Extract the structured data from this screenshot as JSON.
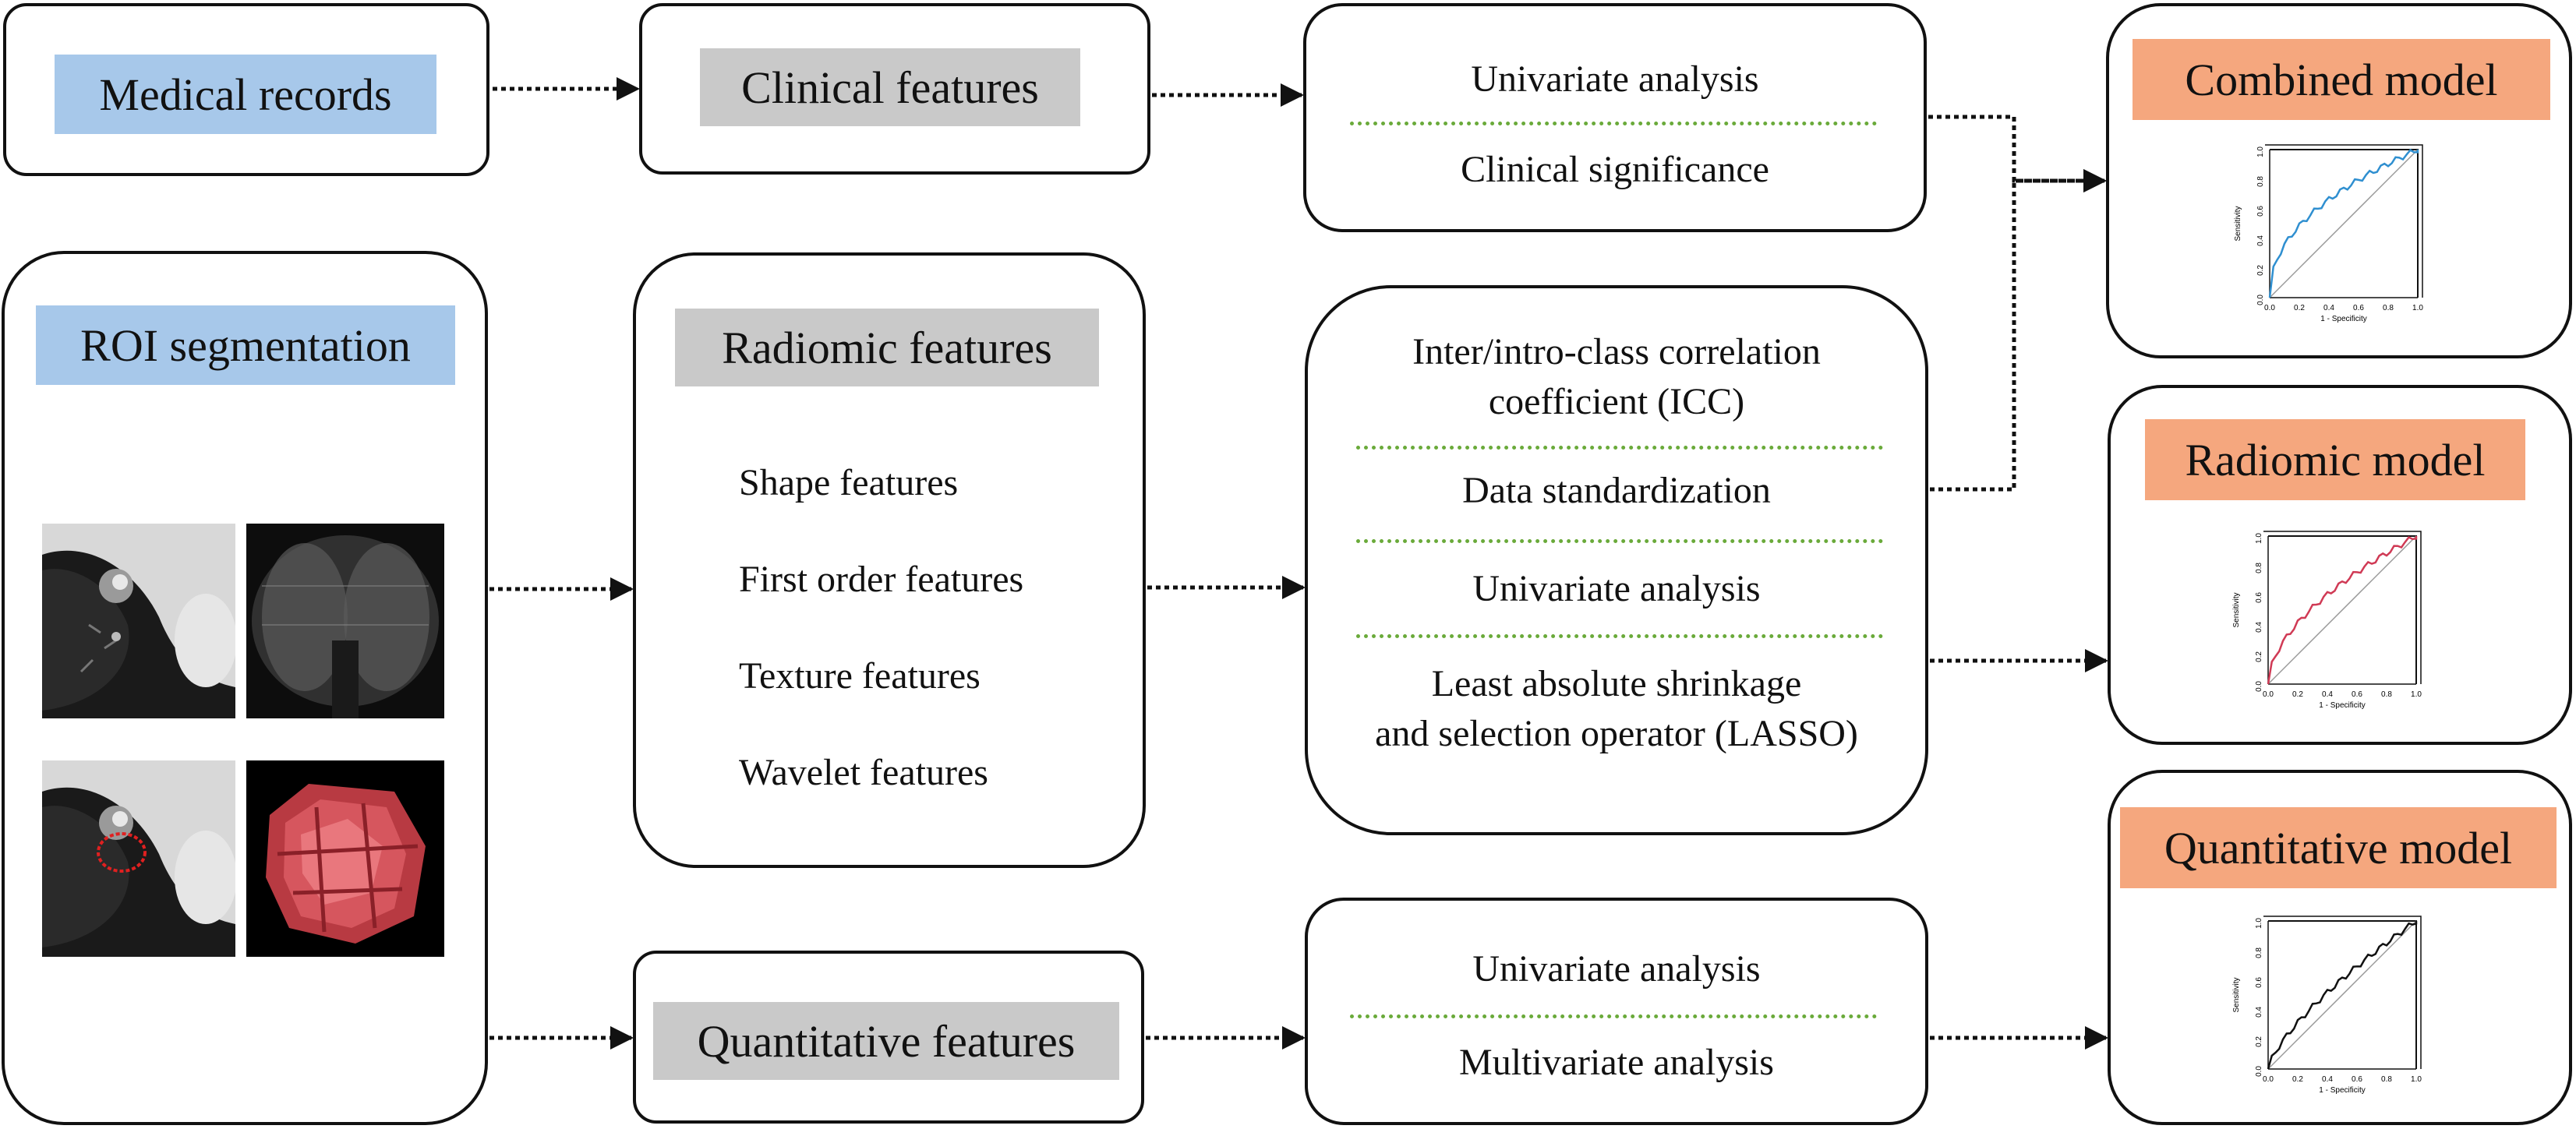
{
  "boxes": {
    "medical_records": {
      "label": "Medical records"
    },
    "roi_segmentation": {
      "label": "ROI segmentation"
    },
    "clinical_features": {
      "label": "Clinical features"
    },
    "radiomic_features": {
      "label": "Radiomic features",
      "items": [
        "Shape features",
        "First order features",
        "Texture features",
        "Wavelet features"
      ]
    },
    "quantitative_features": {
      "label": "Quantitative features"
    },
    "clinical_selection": {
      "steps": [
        "Univariate analysis",
        "Clinical significance"
      ]
    },
    "radiomic_selection": {
      "steps": [
        "Inter/intro-class correlation",
        "coefficient (ICC)",
        "Data standardization",
        "Univariate analysis",
        "Least absolute shrinkage",
        "and selection operator (LASSO)"
      ]
    },
    "quantitative_selection": {
      "steps": [
        "Univariate analysis",
        "Multivariate analysis"
      ]
    },
    "combined_model": {
      "label": "Combined model",
      "curve_color": "#2f8fd0"
    },
    "radiomic_model": {
      "label": "Radiomic model",
      "curve_color": "#d03a55"
    },
    "quantitative_model": {
      "label": "Quantitative model",
      "curve_color": "#111111"
    }
  },
  "roc_axes": {
    "xlabel": "1 - Specificity",
    "ylabel": "Sensitivity",
    "ticks": [
      "0.0",
      "0.2",
      "0.4",
      "0.6",
      "0.8",
      "1.0"
    ]
  },
  "colors": {
    "label_blue": "#a7c8ea",
    "label_gray": "#c9c9c9",
    "label_orange": "#f5a77e",
    "divider_green": "#6aaa3a"
  }
}
